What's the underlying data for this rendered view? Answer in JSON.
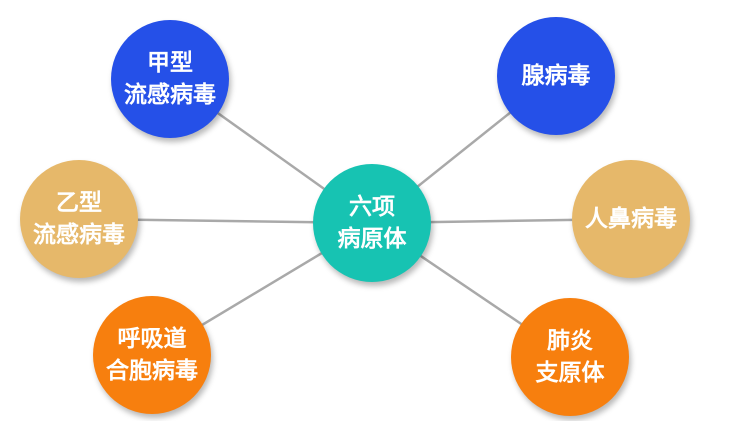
{
  "colors": {
    "center": "#17c3b2",
    "blue": "#2550e8",
    "tan": "#e6b86a",
    "orange": "#f77f0e",
    "line": "#a9a9a9"
  },
  "center": {
    "lines": [
      "六项",
      "病原体"
    ],
    "color": "center"
  },
  "pathogens": [
    {
      "id": "flu-a",
      "lines": [
        "甲型",
        "流感病毒"
      ],
      "color": "blue"
    },
    {
      "id": "flu-b",
      "lines": [
        "乙型",
        "流感病毒"
      ],
      "color": "tan"
    },
    {
      "id": "rsv",
      "lines": [
        "呼吸道",
        "合胞病毒"
      ],
      "color": "orange"
    },
    {
      "id": "adenovirus",
      "lines": [
        "腺病毒"
      ],
      "color": "blue"
    },
    {
      "id": "rhinovirus",
      "lines": [
        "人鼻病毒"
      ],
      "color": "tan"
    },
    {
      "id": "mycoplasma",
      "lines": [
        "肺炎",
        "支原体"
      ],
      "color": "orange"
    }
  ]
}
